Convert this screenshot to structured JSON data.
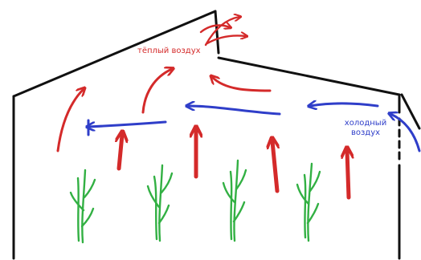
{
  "labels": {
    "warm_air": "тёплый воздух",
    "cold_air_line1": "холодный",
    "cold_air_line2": "воздух"
  },
  "colors": {
    "structure": "#111111",
    "warm_air": "#d42a2a",
    "cold_air": "#2f3ec9",
    "plant": "#32b043",
    "label_warm": "#d42a2a",
    "label_cold": "#2f3ec9"
  }
}
